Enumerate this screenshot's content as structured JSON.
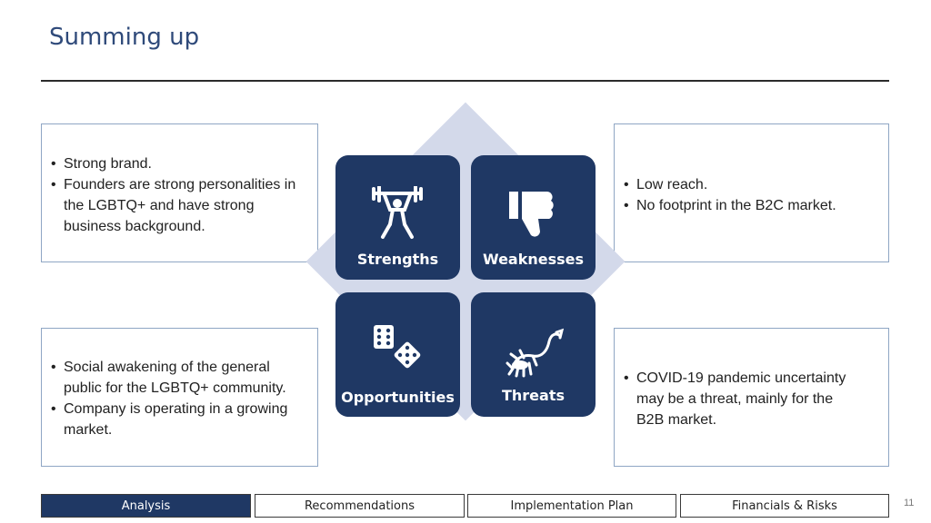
{
  "slide": {
    "title": "Summing up",
    "page_number": "11"
  },
  "swot": {
    "strengths": {
      "label": "Strengths",
      "icon": "weightlifter-icon",
      "points": [
        "Strong brand.",
        "Founders are strong personalities in the LGBTQ+ and have strong business background."
      ]
    },
    "weaknesses": {
      "label": "Weaknesses",
      "icon": "thumbs-down-icon",
      "points": [
        "Low reach.",
        "No footprint in the B2C market."
      ]
    },
    "opportunities": {
      "label": "Opportunities",
      "icon": "dice-icon",
      "points": [
        "Social awakening of the general public for the LGBTQ+ community.",
        "Company is operating in a growing market."
      ]
    },
    "threats": {
      "label": "Threats",
      "icon": "scorpion-icon",
      "points": [
        "COVID-19 pandemic uncertainty may be a threat, mainly for the B2B market."
      ]
    }
  },
  "nav": {
    "tabs": [
      "Analysis",
      "Recommendations",
      "Implementation Plan",
      "Financials & Risks"
    ],
    "active": "Analysis"
  },
  "colors": {
    "tile": "#1f3864",
    "diamond": "#d3d9ea",
    "title": "#2f4a7a",
    "box_border": "#8fa6c4"
  }
}
